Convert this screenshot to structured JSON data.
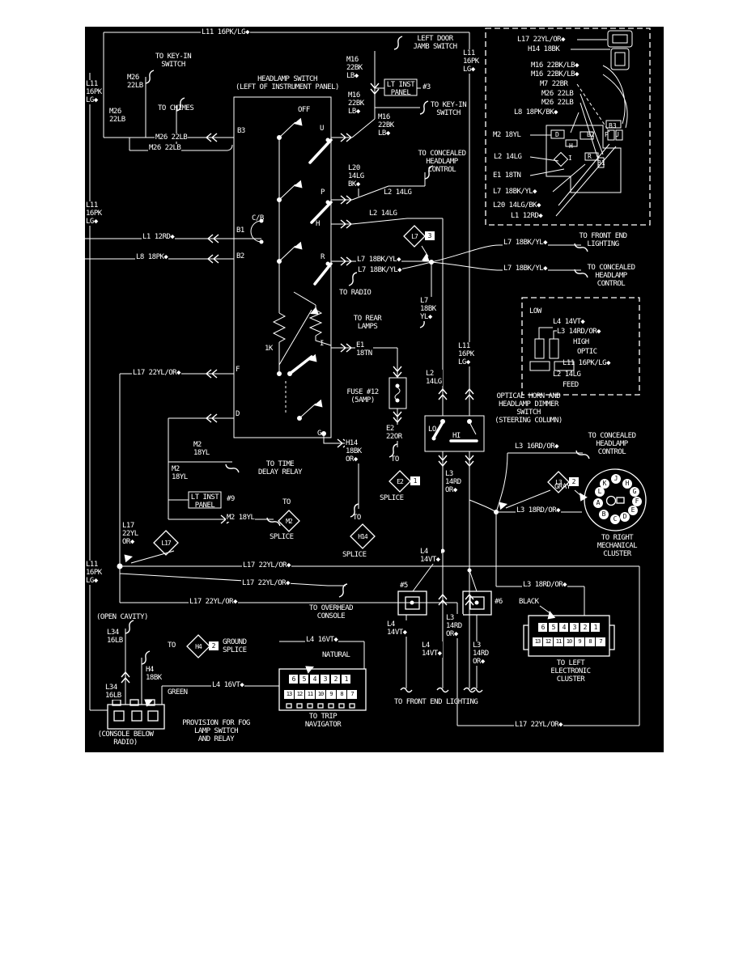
{
  "colors": {
    "page_bg": "#ffffff",
    "panel_bg": "#000000",
    "line": "#ffffff"
  },
  "labels": {
    "l11_main": "L11 16PK/LG◆",
    "to_keyin_1": "TO KEY-IN\nSWITCH",
    "l11_left_1": "L11\n16PK\nLG◆",
    "m26_1": "M26\n22LB",
    "m26_2": "M26\n22LB",
    "to_chimes": "TO CHIMES",
    "m26_3": "M26 22LB",
    "m26_4": "M26 22LB",
    "hs_title": "HEADLAMP SWITCH\n(LEFT OF INSTRUMENT PANEL)",
    "off": "OFF",
    "pin_b3": "B3",
    "pin_u": "U",
    "pin_p": "P",
    "pin_h": "H",
    "pin_b1": "B1",
    "pin_b2": "B2",
    "pin_r": "R",
    "pin_i": "I",
    "pin_f": "F",
    "pin_d": "D",
    "pin_g": "G",
    "cb": "C/B",
    "r1k": "1K",
    "m16_1": "M16\n22BK\nLB◆",
    "m16_2": "M16\n22BK\nLB◆",
    "m16_3": "M16\n22BK\nLB◆",
    "jamb": "LEFT DOOR\nJAMB SWITCH",
    "l11_right": "L11\n16PK\nLG◆",
    "lt_inst_3": "LT INST\nPANEL",
    "no3": "#3",
    "to_keyin_2": "TO KEY-IN\nSWITCH",
    "to_conc_1": "TO CONCEALED\nHEADLAMP\nCONTROL",
    "l20_1": "L20\n14LG\nBK◆",
    "l2_p": "L2 14LG",
    "l2_h": "L2 14LG",
    "l1": "L1 12RD◆",
    "l8": "L8 18PK◆",
    "l7_r": "L7 18BK/YL◆",
    "l7_radio": "L7 18BK/YL◆",
    "to_radio": "TO RADIO",
    "l7_stack": "L7\n18BK\nYL◆",
    "to_rear": "TO REAR\nLAMPS",
    "to_fel_1": "TO FRONT END\nLIGHTING",
    "l7_fel": "L7 18BK/YL◆",
    "l7_conc": "L7 18BK/YL◆",
    "to_conc_2": "TO CONCEALED\nHEADLAMP\nCONTROL",
    "e1": "E1\n18TN",
    "l17_f": "L17 22YL/OR◆",
    "fuse": "FUSE #12\n(5AMP)",
    "l11_mid": "L11\n16PK\nLG◆",
    "l2_mid": "L2\n14LG",
    "m2_1": "M2\n18YL",
    "m2_2": "M2\n18YL",
    "to_tdr": "TO TIME\nDELAY RELAY",
    "lt_inst_9": "LT INST\nPANEL",
    "no9": "#9",
    "m2_3": "M2 18YL",
    "to_m2": "TO",
    "splice_m2": "SPLICE",
    "h14_stack": "H14\n18BK\nOR◆",
    "e2": "E2\n22OR",
    "to_e2": "TO",
    "splice_e2": "SPLICE",
    "to_h14": "TO",
    "splice_h14": "SPLICE",
    "l17_stack": "L17\n22YL\nOR◆",
    "l11_left_2": "L11\n16PK\nLG◆",
    "l11_left_3": "L11\n16PK\nLG◆",
    "l17_1": "L17 22YL/OR◆",
    "l17_2": "L17 22YL/OR◆",
    "l17_3": "L17 22YL/OR◆",
    "to_overhead": "TO OVERHEAD\nCONSOLE",
    "open_cavity": "(OPEN CAVITY)",
    "l34_1": "L34\n16LB",
    "l34_2": "L34\n16LB",
    "to_h4": "TO",
    "ground": "GROUND\nSPLICE",
    "h4_w": "H4\n18BK",
    "green": "GREEN",
    "l4_16_1": "L4 16VT◆",
    "l4_16_2": "L4 16VT◆",
    "console": "(CONSOLE BELOW\nRADIO)",
    "fog": "PROVISION FOR FOG\nLAMP SWITCH\nAND RELAY",
    "natural": "NATURAL",
    "to_trip": "TO TRIP\nNAVIGATOR",
    "l4_a": "L4\n14VT◆",
    "l4_b": "L4\n14VT◆",
    "l4_c": "L4\n14VT◆",
    "no5": "#5",
    "no6": "#6",
    "l3_a": "L3\n14RD\nOR◆",
    "l3_b": "L3\n14RD\nOR◆",
    "to_fel_2": "TO FRONT END LIGHTING",
    "l17_4": "L17 22YL/OR◆",
    "low": "LOW",
    "l4_dim": "L4 14VT◆",
    "l3_dim": "L3 14RD/OR◆",
    "high": "HIGH",
    "optic": "OPTIC",
    "l11_dim": "L11 16PK/LG◆",
    "l2_dim": "L2 14LG",
    "feed": "FEED",
    "dimmer_caption": "OPTICAL HORN AND\nHEADLAMP DIMMER\nSWITCH\n(STEERING COLUMN)",
    "lo": "LO",
    "hi": "HI",
    "l3_stack_1": "L3\n14RD\nOR◆",
    "l3_conc": "L3 16RD/OR◆",
    "to_conc_3": "TO CONCEALED\nHEADLAMP\nCONTROL",
    "gray": "GRAY",
    "l3_gray": "L3 18RD/OR◆",
    "to_mech": "TO RIGHT\nMECHANICAL\nCLUSTER",
    "l3_elec": "L3 18RD/OR◆",
    "black": "BLACK",
    "to_elec": "TO LEFT\nELECTRONIC\nCLUSTER",
    "d_l7": "L7",
    "d_l7_n": "3",
    "d_e2": "E2",
    "d_e2_n": "1",
    "d_h14": "H14",
    "d_m2": "M2",
    "d_l17": "L17",
    "d_h4": "H4",
    "d_h4_n": "2",
    "d_l3": "L3",
    "d_l3_n": "2",
    "db_l17": "L17 22YL/OR◆",
    "db_h14": "H14 18BK",
    "db_m16a": "M16 22BK/LB◆",
    "db_m16b": "M16 22BK/LB◆",
    "db_m7": "M7 22BR",
    "db_m26a": "M26 22LB",
    "db_m26b": "M26 22LB",
    "db_l8": "L8 18PK/BK◆",
    "db_m2": "M2 18YL",
    "db_l2": "L2 14LG",
    "db_e1": "E1 18TN",
    "db_l7": "L7 18BK/YL◆",
    "db_l20": "L20 14LG/BK◆",
    "db_l1": "L1 12RD◆"
  },
  "pins": {
    "headlamp_connector": [
      "D",
      "H",
      "B2",
      "I",
      "R",
      "B1",
      "B3",
      "P",
      "U"
    ],
    "mech_cluster": [
      "J",
      "H",
      "G",
      "F",
      "E",
      "D",
      "C",
      "B",
      "A",
      "L",
      "K"
    ],
    "cluster_top": [
      "6",
      "5",
      "4",
      "3",
      "2",
      "1"
    ],
    "cluster_bottom": [
      "13",
      "12",
      "11",
      "10",
      "9",
      "8",
      "7"
    ],
    "trip_top": [
      "6",
      "5",
      "4",
      "3",
      "2",
      "1"
    ],
    "trip_bottom": [
      "13",
      "12",
      "11",
      "10",
      "9",
      "8",
      "7"
    ]
  }
}
